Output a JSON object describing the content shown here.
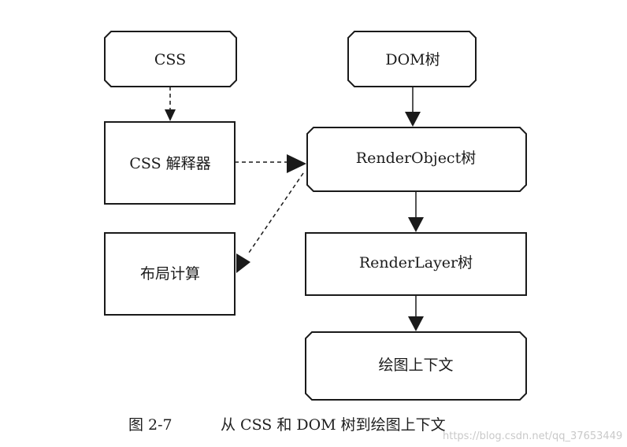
{
  "diagram": {
    "boxes": {
      "css": "CSS",
      "dom_tree": "DOM树",
      "css_parser": "CSS 解释器",
      "render_object_tree": "RenderObject树",
      "layout_calc": "布局计算",
      "render_layer_tree": "RenderLayer树",
      "graphics_context": "绘图上下文"
    }
  },
  "caption": {
    "figure_number": "图 2-7",
    "text": "从 CSS 和 DOM 树到绘图上下文"
  },
  "watermark": "https://blog.csdn.net/qq_37653449",
  "colors": {
    "line": "#1a1a1a",
    "box_fill": "#ffffff",
    "text": "#1b1b1b"
  }
}
